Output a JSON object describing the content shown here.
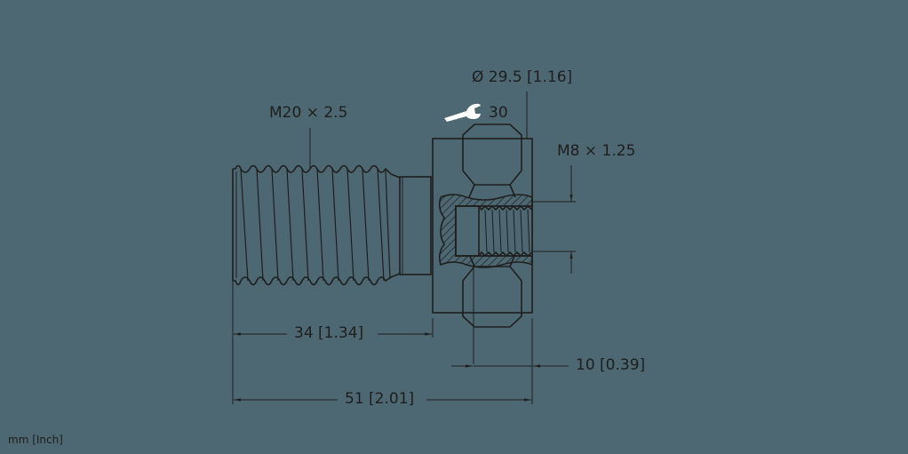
{
  "drawing": {
    "title": "Connector dimension drawing",
    "background": "#4d6872",
    "line_color": "#1e1e1e"
  },
  "labels": {
    "diameter": "Ø 29.5 [1.16]",
    "wrench_size": "30",
    "thread_main": "M20 × 2.5",
    "thread_internal": "M8 × 1.25",
    "dim_length_body": "34 [1.34]",
    "dim_length_total": "51 [2.01]",
    "dim_hex_width": "10 [0.39]"
  },
  "units_note": "mm [Inch]",
  "icons": {
    "wrench": "wrench-icon"
  }
}
